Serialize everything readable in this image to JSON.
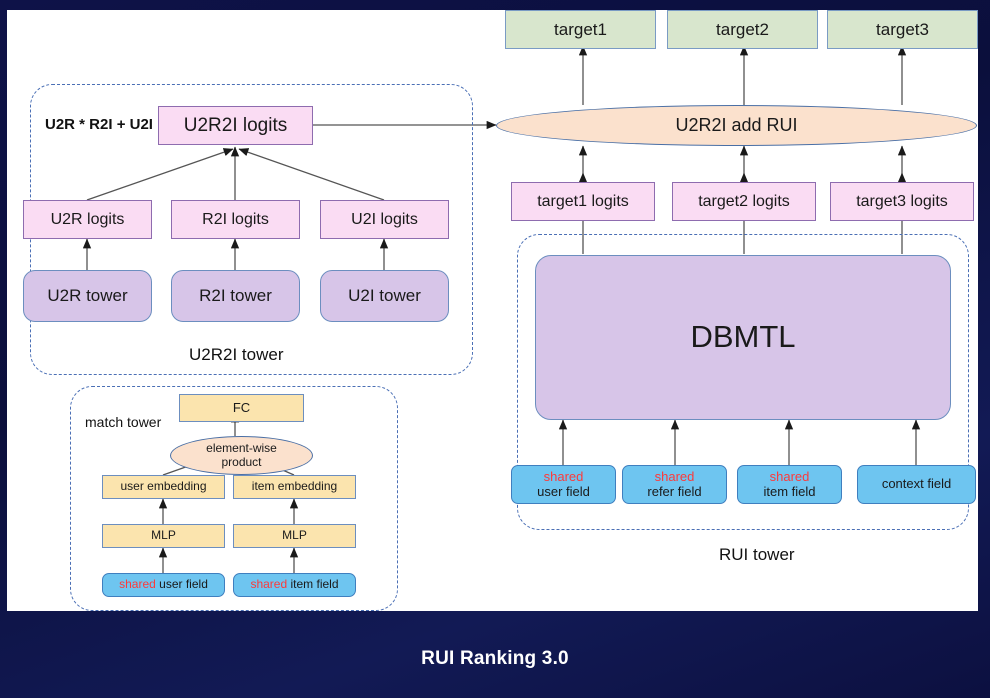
{
  "slide": {
    "footer_title": "RUI Ranking 3.0",
    "background_color": "#0b1040",
    "canvas_color": "#ffffff"
  },
  "colors": {
    "pink": "#fadcf3",
    "purple": "#d7c5e8",
    "green": "#d8e6cd",
    "yellow": "#fbe4ae",
    "blue": "#6ec5f0",
    "peach": "#fbe1cd",
    "dashed_border": "#4a6fb5",
    "shared_text": "#fc3a3a"
  },
  "u2r2i_tower": {
    "group_label": "U2R2I tower",
    "formula_label": "U2R * R2I + U2I",
    "combined_logits": "U2R2I logits",
    "logits": [
      "U2R logits",
      "R2I logits",
      "U2I logits"
    ],
    "towers": [
      "U2R tower",
      "R2I tower",
      "U2I tower"
    ]
  },
  "match_tower": {
    "group_label": "match tower",
    "fc": "FC",
    "product": "element-wise\nproduct",
    "product_line1": "element-wise",
    "product_line2": "product",
    "embeddings": [
      "user embedding",
      "item embedding"
    ],
    "mlps": [
      "MLP",
      "MLP"
    ],
    "fields": [
      {
        "shared": "shared",
        "name": "user field"
      },
      {
        "shared": "shared",
        "name": "item field"
      }
    ]
  },
  "rui_tower": {
    "group_label": "RUI tower",
    "core": "DBMTL",
    "fields": [
      {
        "shared": "shared",
        "name": "user field"
      },
      {
        "shared": "shared",
        "name": "refer field"
      },
      {
        "shared": "shared",
        "name": "item field"
      },
      {
        "shared": "",
        "name": "context field"
      }
    ]
  },
  "merge": {
    "ellipse_label": "U2R2I add RUI",
    "target_logits": [
      "target1 logits",
      "target2 logits",
      "target3 logits"
    ],
    "targets": [
      "target1",
      "target2",
      "target3"
    ]
  }
}
